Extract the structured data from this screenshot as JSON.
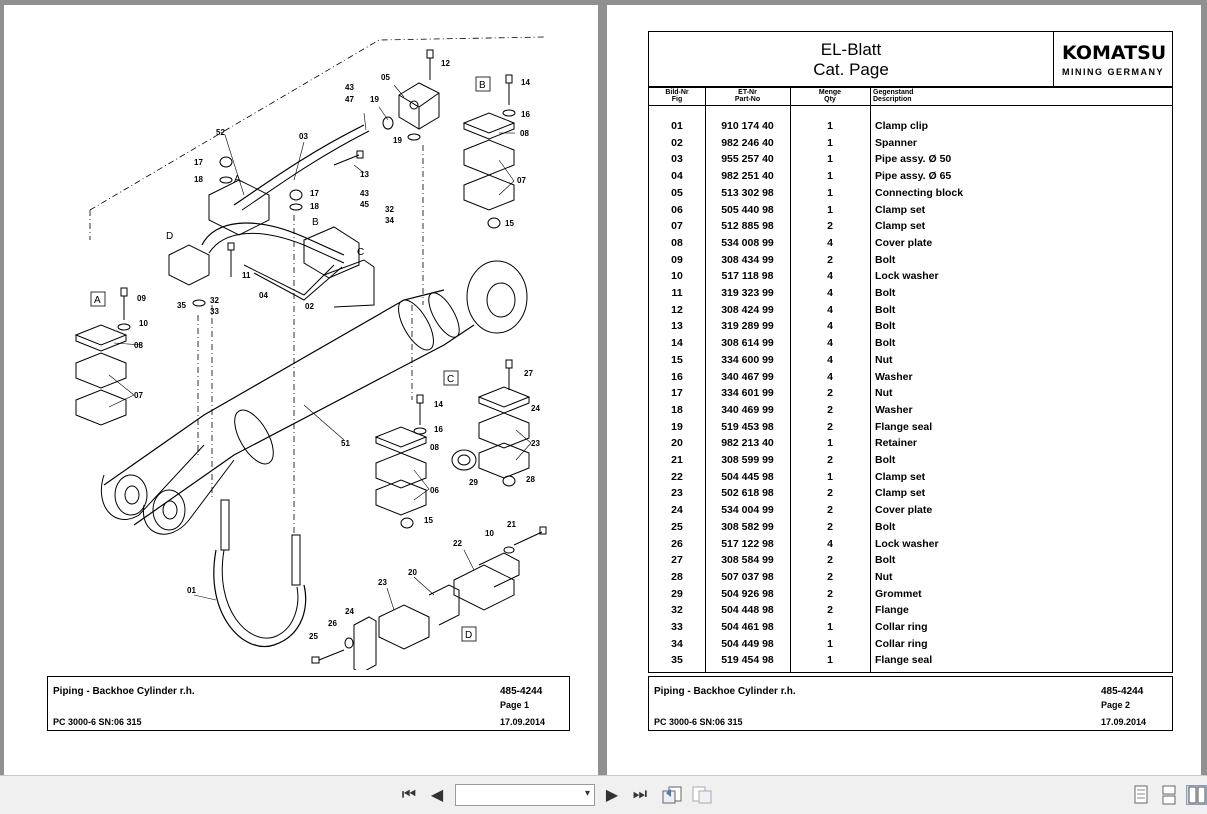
{
  "viewer": {
    "toolbar": {
      "first_icon": "⏮",
      "prev_icon": "◀",
      "next_icon": "▶",
      "last_icon": "⏭",
      "page_select_value": "",
      "select_arrow": "▾"
    }
  },
  "page1": {
    "callouts": {
      "c01": "01",
      "c02": "02",
      "c03": "03",
      "c04": "04",
      "c05": "05",
      "c06": "06",
      "c07a": "07",
      "c07b": "07",
      "c08a": "08",
      "c08b": "08",
      "c08c": "08",
      "c09": "09",
      "c10a": "10",
      "c10b": "10",
      "c11": "11",
      "c12": "12",
      "c13": "13",
      "c14a": "14",
      "c14b": "14",
      "c15a": "15",
      "c15b": "15",
      "c16a": "16",
      "c16b": "16",
      "c17a": "17",
      "c17b": "17",
      "c18a": "18",
      "c18b": "18",
      "c19a": "19",
      "c19b": "19",
      "c20": "20",
      "c21": "21",
      "c22": "22",
      "c23a": "23",
      "c23b": "23",
      "c24a": "24",
      "c24b": "24",
      "c25": "25",
      "c26": "26",
      "c27": "27",
      "c28": "28",
      "c29": "29",
      "c32a": "32",
      "c32b": "32",
      "c33": "33",
      "c34": "34",
      "c35": "35",
      "c43a": "43",
      "c43b": "43",
      "c45": "45",
      "c47": "47",
      "c51": "51",
      "c52": "52"
    },
    "detail_labels": {
      "A": "A",
      "B": "B",
      "C": "C",
      "D": "D",
      "A2": "A",
      "B2": "B",
      "C2": "C",
      "D2": "D"
    },
    "footer": {
      "title": "Piping - Backhoe Cylinder r.h.",
      "doc_no": "485-4244",
      "page": "Page 1",
      "model": "PC 3000-6 SN:06 315",
      "date": "17.09.2014"
    }
  },
  "page2": {
    "header": {
      "title_line1": "EL-Blatt",
      "title_line2": "Cat. Page",
      "logo": "KOMATSU",
      "logo_sub": "MINING GERMANY"
    },
    "columns": {
      "fig": [
        "Bild-Nr",
        "Fig"
      ],
      "part": [
        "ET-Nr",
        "Part-No"
      ],
      "qty": [
        "Menge",
        "Qty"
      ],
      "desc": [
        "Gegenstand",
        "Description"
      ]
    },
    "rows": [
      {
        "fig": "01",
        "part": "910 174 40",
        "qty": "1",
        "desc": "Clamp clip"
      },
      {
        "fig": "02",
        "part": "982 246 40",
        "qty": "1",
        "desc": "Spanner"
      },
      {
        "fig": "03",
        "part": "955 257 40",
        "qty": "1",
        "desc": "Pipe assy. Ø 50"
      },
      {
        "fig": "04",
        "part": "982 251 40",
        "qty": "1",
        "desc": "Pipe assy. Ø 65"
      },
      {
        "fig": "05",
        "part": "513 302 98",
        "qty": "1",
        "desc": "Connecting block"
      },
      {
        "fig": "06",
        "part": "505 440 98",
        "qty": "1",
        "desc": "Clamp set"
      },
      {
        "fig": "07",
        "part": "512 885 98",
        "qty": "2",
        "desc": "Clamp set"
      },
      {
        "fig": "08",
        "part": "534 008 99",
        "qty": "4",
        "desc": "Cover plate"
      },
      {
        "fig": "09",
        "part": "308 434 99",
        "qty": "2",
        "desc": "Bolt"
      },
      {
        "fig": "10",
        "part": "517 118 98",
        "qty": "4",
        "desc": "Lock washer"
      },
      {
        "fig": "11",
        "part": "319 323 99",
        "qty": "4",
        "desc": "Bolt"
      },
      {
        "fig": "12",
        "part": "308 424 99",
        "qty": "4",
        "desc": "Bolt"
      },
      {
        "fig": "13",
        "part": "319 289 99",
        "qty": "4",
        "desc": "Bolt"
      },
      {
        "fig": "14",
        "part": "308 614 99",
        "qty": "4",
        "desc": "Bolt"
      },
      {
        "fig": "15",
        "part": "334 600 99",
        "qty": "4",
        "desc": "Nut"
      },
      {
        "fig": "16",
        "part": "340 467 99",
        "qty": "4",
        "desc": "Washer"
      },
      {
        "fig": "17",
        "part": "334 601 99",
        "qty": "2",
        "desc": "Nut"
      },
      {
        "fig": "18",
        "part": "340 469 99",
        "qty": "2",
        "desc": "Washer"
      },
      {
        "fig": "19",
        "part": "519 453 98",
        "qty": "2",
        "desc": "Flange seal"
      },
      {
        "fig": "20",
        "part": "982 213 40",
        "qty": "1",
        "desc": "Retainer"
      },
      {
        "fig": "21",
        "part": "308 599 99",
        "qty": "2",
        "desc": "Bolt"
      },
      {
        "fig": "22",
        "part": "504 445 98",
        "qty": "1",
        "desc": "Clamp set"
      },
      {
        "fig": "23",
        "part": "502 618 98",
        "qty": "2",
        "desc": "Clamp set"
      },
      {
        "fig": "24",
        "part": "534 004 99",
        "qty": "2",
        "desc": "Cover plate"
      },
      {
        "fig": "25",
        "part": "308 582 99",
        "qty": "2",
        "desc": "Bolt"
      },
      {
        "fig": "26",
        "part": "517 122 98",
        "qty": "4",
        "desc": "Lock washer"
      },
      {
        "fig": "27",
        "part": "308 584 99",
        "qty": "2",
        "desc": "Bolt"
      },
      {
        "fig": "28",
        "part": "507 037 98",
        "qty": "2",
        "desc": "Nut"
      },
      {
        "fig": "29",
        "part": "504 926 98",
        "qty": "2",
        "desc": "Grommet"
      },
      {
        "fig": "32",
        "part": "504 448 98",
        "qty": "2",
        "desc": "Flange"
      },
      {
        "fig": "33",
        "part": "504 461 98",
        "qty": "1",
        "desc": "Collar ring"
      },
      {
        "fig": "34",
        "part": "504 449 98",
        "qty": "1",
        "desc": "Collar ring"
      },
      {
        "fig": "35",
        "part": "519 454 98",
        "qty": "1",
        "desc": "Flange seal"
      }
    ],
    "footer": {
      "title": "Piping - Backhoe Cylinder r.h.",
      "doc_no": "485-4244",
      "page": "Page 2",
      "model": "PC 3000-6 SN:06 315",
      "date": "17.09.2014"
    }
  }
}
